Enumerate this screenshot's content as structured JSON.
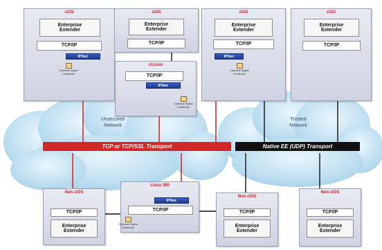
{
  "systems": {
    "top1": {
      "title": "z/OS",
      "ee": "Enterprise Extender",
      "tcp": "TCP/IP",
      "ipsec": "IPSec",
      "cert": "Optional Digital Certificate"
    },
    "top2": {
      "title": "z/OS",
      "ee": "Enterprise Extender",
      "tcp": "TCP/IP"
    },
    "top3": {
      "title": "z/OS",
      "ee": "Enterprise Extender",
      "tcp": "TCP/IP",
      "ipsec": "IPSec",
      "cert": "Optional Digital Certificate"
    },
    "top4": {
      "title": "z/OS",
      "ee": "Enterprise Extender",
      "tcp": "TCP/IP"
    },
    "linux_top": {
      "title": "z/Linux",
      "tcp": "TCP/IP",
      "ipsec": "IPSec",
      "cert": "Optional Digital Certificate"
    },
    "bot1": {
      "title": "Non z/OS",
      "tcp": "TCP/IP",
      "ee": "Enterprise Extender"
    },
    "linux_bot": {
      "title": "Linux 390",
      "tcp": "TCP/IP",
      "ipsec": "IPSec",
      "cert": "Optional Digital Certificate"
    },
    "bot3": {
      "title": "Non z/OS",
      "tcp": "TCP/IP",
      "ee": "Enterprise Extender"
    },
    "bot4": {
      "title": "Non z/OS",
      "tcp": "TCP/IP",
      "ee": "Enterprise Extender"
    }
  },
  "clouds": {
    "left_label": "Unsecured Network",
    "right_label": "Trusted Network"
  },
  "transports": {
    "left": "TCP or TCP/SSL Transport",
    "right": "Native EE (UDP) Transport"
  },
  "colors": {
    "secure_line": "#d42a2a",
    "trusted_line": "#111111",
    "left_bar": "#cf2a27",
    "right_bar": "#111111",
    "cloud": "#b8dcef",
    "title_red": "#d42020"
  }
}
